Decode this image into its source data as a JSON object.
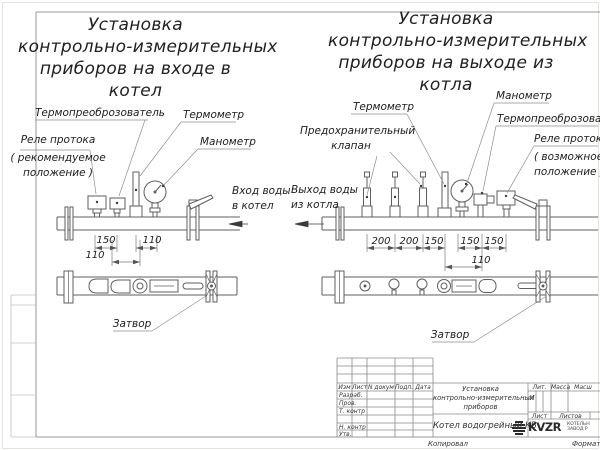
{
  "left_view": {
    "title_lines": [
      "Установка",
      "контрольно-измерительных",
      "приборов на входе в",
      "котел"
    ],
    "labels": {
      "transducer": "Термопреоброзователь",
      "thermometer": "Термометр",
      "flow_relay_1": "Реле протока",
      "flow_relay_2": "( рекомендуемое",
      "flow_relay_3": "положение )",
      "manometer": "Манометр",
      "inlet_1": "Вход воды",
      "inlet_2": "в котел",
      "shutoff": "Затвор"
    },
    "dims": {
      "d150": "150",
      "d110a": "110",
      "d110b": "110"
    }
  },
  "right_view": {
    "title_lines": [
      "Установка",
      "контрольно-измерительных",
      "приборов на выходе из",
      "котла"
    ],
    "labels": {
      "thermometer": "Термометр",
      "manometer": "Манометр",
      "safety_valve_1": "Предохранительный",
      "safety_valve_2": "клапан",
      "transducer": "Термопреоброзователь",
      "flow_relay_1": "Реле протока",
      "flow_relay_2": "( возможное",
      "flow_relay_3": "положение )",
      "outlet_1": "Выход воды",
      "outlet_2": "из котла",
      "shutoff": "Затвор"
    },
    "dims": {
      "d200a": "200",
      "d200b": "200",
      "d150a": "150",
      "d150b": "150",
      "d150c": "150",
      "d110": "110"
    }
  },
  "title_block": {
    "change_cols": [
      "Изм",
      "Лист",
      "N докум",
      "Подп.",
      "Дата"
    ],
    "sign_rows": [
      "Разраб.",
      "Пров.",
      "Т. контр",
      "Н. контр",
      "Утв."
    ],
    "doc_title_lines": [
      "Установка",
      "контрольно-измерительных",
      "приборов"
    ],
    "product_name": "Котел водогрейный КВ",
    "lit_label": "Лит.",
    "lit_value": "И",
    "mass_label": "Масса",
    "scale_label": "Масш",
    "sheet_label": "Лист",
    "sheets_label": "Листов",
    "logo": "KVZR",
    "org_line1": "КОТЕЛЬН",
    "org_line2": "ЗАВОД Р",
    "copied_label": "Копировал",
    "format_label": "Формат"
  },
  "colors": {
    "line_main": "#5f5f5f",
    "line_thin": "#8f8f8f",
    "frame": "#9a9a9a",
    "text": "#202020"
  }
}
